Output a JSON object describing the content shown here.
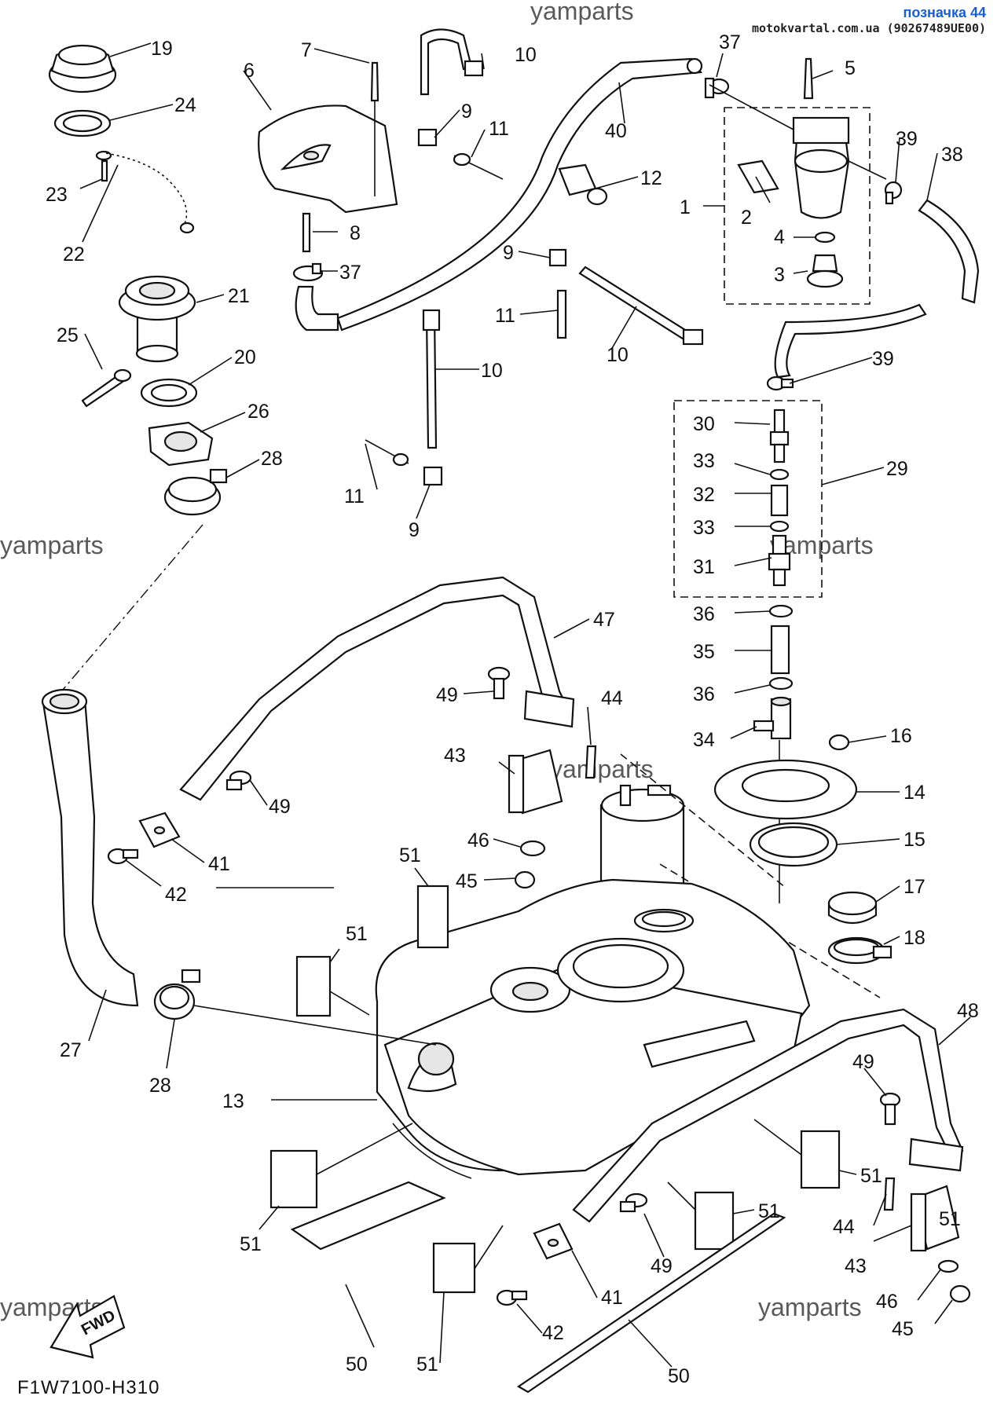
{
  "header": {
    "title": "позначка 44",
    "source": "motokvartal.com.ua (90267489UE00)"
  },
  "watermark": "yamparts",
  "diagram_code": "F1W7100-H310",
  "fwd_label": "FWD",
  "colors": {
    "badge_blue": "#1a5fd0",
    "line": "#111111",
    "watermark": "#5a5a5a"
  },
  "callouts": {
    "c1": "1",
    "c2": "2",
    "c3": "3",
    "c4": "4",
    "c5": "5",
    "c6": "6",
    "c7": "7",
    "c8": "8",
    "c9a": "9",
    "c9b": "9",
    "c9c": "9",
    "c10a": "10",
    "c10b": "10",
    "c10c": "10",
    "c11a": "11",
    "c11b": "11",
    "c11c": "11",
    "c12": "12",
    "c13": "13",
    "c14": "14",
    "c15": "15",
    "c16": "16",
    "c17": "17",
    "c18": "18",
    "c19": "19",
    "c20": "20",
    "c21": "21",
    "c22": "22",
    "c23": "23",
    "c24": "24",
    "c25": "25",
    "c26": "26",
    "c27": "27",
    "c28a": "28",
    "c28b": "28",
    "c29": "29",
    "c30": "30",
    "c31": "31",
    "c32": "32",
    "c33a": "33",
    "c33b": "33",
    "c34": "34",
    "c35": "35",
    "c36a": "36",
    "c36b": "36",
    "c37a": "37",
    "c37b": "37",
    "c38": "38",
    "c39a": "39",
    "c39b": "39",
    "c40": "40",
    "c41a": "41",
    "c41b": "41",
    "c42a": "42",
    "c42b": "42",
    "c43a": "43",
    "c43b": "43",
    "c44a": "44",
    "c44b": "44",
    "c45a": "45",
    "c45b": "45",
    "c46a": "46",
    "c46b": "46",
    "c47": "47",
    "c48": "48",
    "c49a": "49",
    "c49b": "49",
    "c49c": "49",
    "c49d": "49",
    "c50a": "50",
    "c50b": "50",
    "c51a": "51",
    "c51b": "51",
    "c51c": "51",
    "c51d": "51",
    "c51e": "51",
    "c51f": "51",
    "c51g": "51"
  }
}
